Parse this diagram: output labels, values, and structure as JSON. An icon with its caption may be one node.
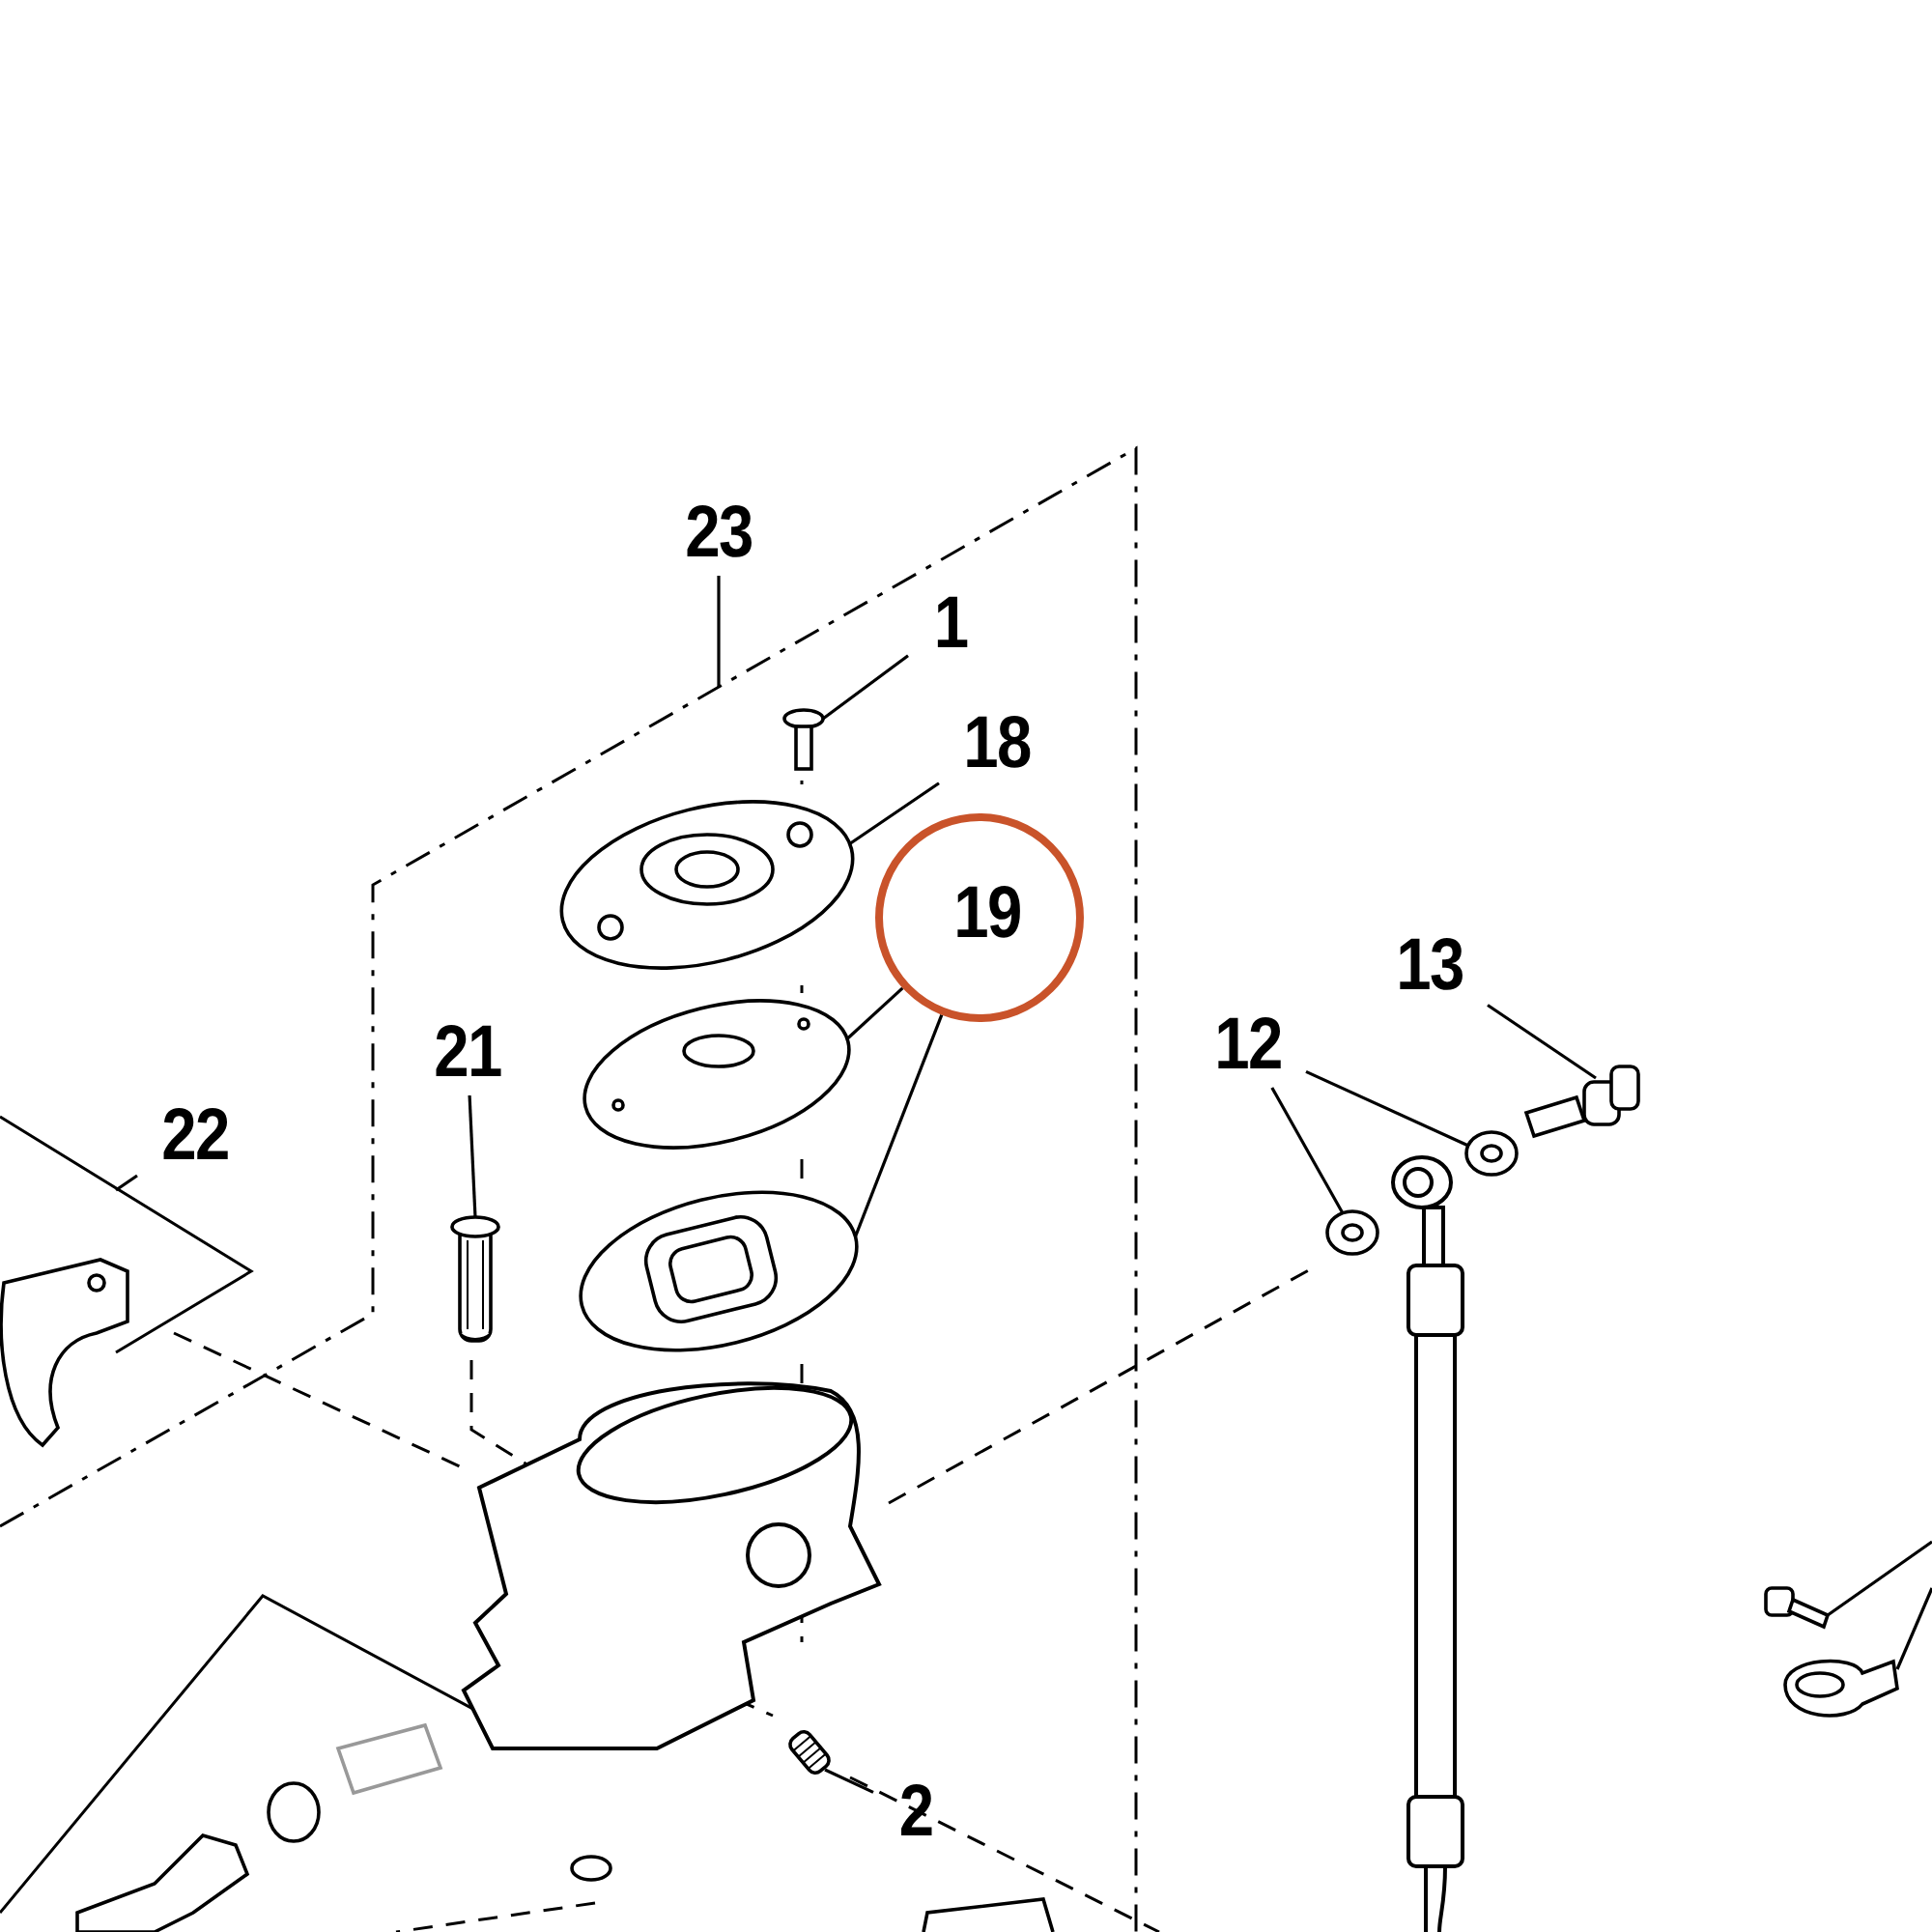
{
  "diagram": {
    "nodes": [
      {
        "text": [
          "23"
        ]
      },
      {
        "text": [
          "1"
        ]
      },
      {
        "text": [
          "18"
        ]
      },
      {
        "text": [
          "19"
        ]
      },
      {
        "text": [
          "21"
        ]
      },
      {
        "text": [
          "22"
        ]
      },
      {
        "text": [
          "12"
        ]
      },
      {
        "text": [
          "13"
        ]
      },
      {
        "text": [
          "2"
        ]
      },
      {
        "text": [],
        "shape": "picture"
      },
      {
        "text": [],
        "shape": "picture"
      },
      {
        "text": [],
        "shape": "picture"
      },
      {
        "text": [],
        "shape": "picture"
      },
      {
        "text": [],
        "shape": "picture"
      },
      {
        "text": [],
        "shape": "picture"
      },
      {
        "text": [],
        "shape": "picture"
      },
      {
        "text": [],
        "shape": "picture"
      },
      {
        "text": [],
        "shape": "picture"
      },
      {
        "text": [],
        "shape": "picture"
      },
      {
        "text": [],
        "shape": "picture"
      },
      {
        "text": [],
        "shape": "picture"
      }
    ],
    "edges": [
      {
        "from": 0,
        "to": null,
        "arrow": "none"
      },
      {
        "from": 1,
        "to": 9,
        "arrow": "none"
      },
      {
        "from": 2,
        "to": 10,
        "arrow": "none"
      },
      {
        "from": 3,
        "to": 11,
        "arrow": "none"
      },
      {
        "from": 3,
        "to": 12,
        "arrow": "none"
      },
      {
        "from": 4,
        "to": 13,
        "arrow": "none"
      },
      {
        "from": 5,
        "to": null,
        "arrow": "none"
      },
      {
        "from": 6,
        "to": 15,
        "arrow": "none"
      },
      {
        "from": 6,
        "to": 16,
        "arrow": "none"
      },
      {
        "from": 7,
        "to": 17,
        "arrow": "none"
      },
      {
        "from": 8,
        "to": 18,
        "arrow": "none"
      },
      {
        "from": null,
        "to": 19,
        "arrow": "none"
      },
      {
        "from": null,
        "to": 20,
        "arrow": "none"
      }
    ]
  }
}
